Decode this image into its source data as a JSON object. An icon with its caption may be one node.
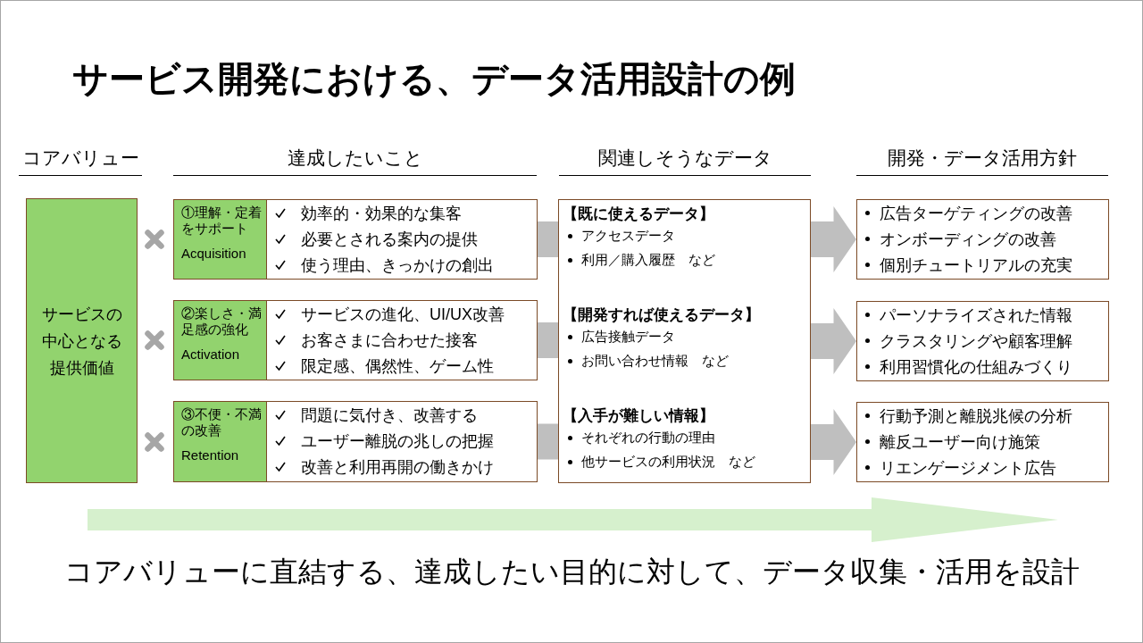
{
  "diagram": {
    "title": "サービス開発における、データ活用設計の例",
    "caption": "コアバリューに直結する、達成したい目的に対して、データ収集・活用を設計",
    "nodes": [
      {
        "text": [
          "サービスの中心となる提供価値"
        ]
      },
      {
        "text": [
          "①理解・定着をサポート",
          "Acquisition"
        ]
      },
      {
        "text": [
          "効率的・効果的な集客",
          "必要とされる案内の提供",
          "使う理由、きっかけの創出"
        ]
      },
      {
        "text": [
          "②楽しさ・満足感の強化",
          "Activation"
        ]
      },
      {
        "text": [
          "サービスの進化、UI/UX改善",
          "お客さまに合わせた接客",
          "限定感、偶然性、ゲーム性"
        ]
      },
      {
        "text": [
          "③不便・不満の改善",
          "Retention"
        ]
      },
      {
        "text": [
          "問題に気付き、改善する",
          "ユーザー離脱の兆しの把握",
          "改善と利用再開の働きかけ"
        ]
      },
      {
        "text": [
          "【既に使えるデータ】",
          "アクセスデータ",
          "利用／購入履歴　など",
          "【開発すれば使えるデータ】",
          "広告接触データ",
          "お問い合わせ情報　など",
          "【入手が難しい情報】",
          "それぞれの行動の理由",
          "他サービスの利用状況　など"
        ]
      },
      {
        "text": [
          "広告ターゲティングの改善",
          "オンボーディングの改善",
          "個別チュートリアルの充実"
        ]
      },
      {
        "text": [
          "パーソナライズされた情報",
          "クラスタリングや顧客理解",
          "利用習慣化の仕組みづくり"
        ]
      },
      {
        "text": [
          "行動予測と離脱兆候の分析",
          "離反ユーザー向け施策",
          "リエンゲージメント広告"
        ]
      }
    ],
    "edges": [
      {
        "from": 2,
        "to": 7,
        "arrow": "none"
      },
      {
        "from": 7,
        "to": 8,
        "arrow": "to"
      },
      {
        "from": 4,
        "to": 7,
        "arrow": "none"
      },
      {
        "from": 7,
        "to": 9,
        "arrow": "to"
      },
      {
        "from": 6,
        "to": 7,
        "arrow": "none"
      },
      {
        "from": 7,
        "to": 10,
        "arrow": "to"
      }
    ],
    "labels": [
      "コアバリュー",
      "達成したいこと",
      "関連しそうなデータ",
      "開発・データ活用方針"
    ]
  }
}
